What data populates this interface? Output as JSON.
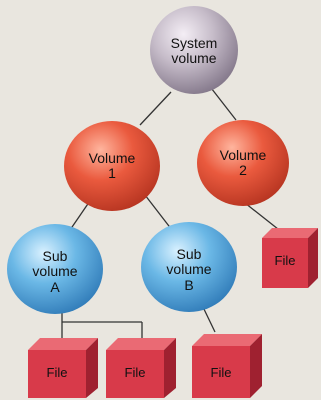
{
  "colors": {
    "background": "#e9e6df",
    "system_sphere": "#b8aebc",
    "volume_sphere": "#e8553d",
    "subvolume_sphere": "#5cb0df",
    "file_box": "#d83a4a",
    "connector": "#333333"
  },
  "nodes": {
    "system_volume": {
      "label": "System\nvolume"
    },
    "volume_1": {
      "label": "Volume\n1"
    },
    "volume_2": {
      "label": "Volume\n2"
    },
    "sub_volume_a": {
      "label": "Sub\nvolume\nA"
    },
    "sub_volume_b": {
      "label": "Sub\nvolume\nB"
    },
    "file_v2": {
      "label": "File"
    },
    "file_a1": {
      "label": "File"
    },
    "file_a2": {
      "label": "File"
    },
    "file_b1": {
      "label": "File"
    }
  }
}
